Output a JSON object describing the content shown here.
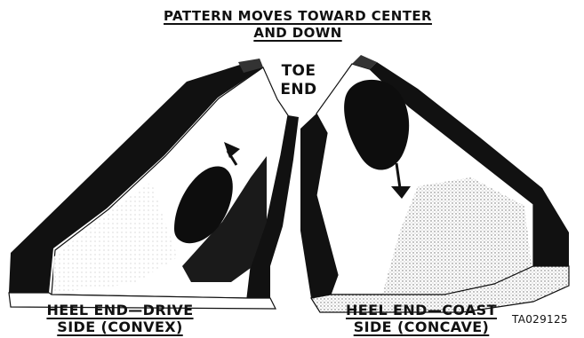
{
  "diagram": {
    "top_caption": {
      "line1": "PATTERN MOVES TOWARD CENTER",
      "line2": "AND DOWN"
    },
    "toe_label": {
      "line1": "TOE",
      "line2": "END"
    },
    "left_label": {
      "line1": "HEEL END—DRIVE",
      "line2": "SIDE (CONVEX)"
    },
    "right_label": {
      "line1": "HEEL END—COAST",
      "line2": "SIDE (CONCAVE)"
    },
    "figure_code": "TA029125"
  },
  "colors": {
    "ink": "#111111",
    "paper": "#ffffff",
    "light_shade": "#d9d9d9"
  },
  "icons": {
    "left_arrow": "arrow-up-right-icon",
    "right_arrow": "arrow-down-icon"
  }
}
